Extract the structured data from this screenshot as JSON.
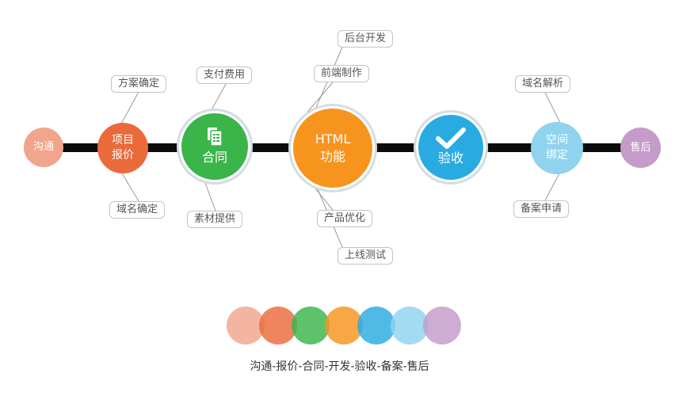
{
  "nodes": {
    "goutong": {
      "label": "沟通",
      "color": "#f0a58c"
    },
    "baojia": {
      "line1": "项目",
      "line2": "报价",
      "color": "#ea6a3c"
    },
    "hetong": {
      "label": "合同",
      "color": "#3bb54a",
      "icon": "document-icon"
    },
    "html": {
      "line1": "HTML",
      "line2": "功能",
      "color": "#f7941e"
    },
    "yanshou": {
      "label": "验收",
      "color": "#29abe2",
      "icon": "checkmark-icon"
    },
    "kongjian": {
      "line1": "空间",
      "line2": "绑定",
      "color": "#8fd3ef"
    },
    "shouhou": {
      "label": "售后",
      "color": "#c49bc9"
    }
  },
  "tags": {
    "fangan": "方案确定",
    "yuming_queding": "域名确定",
    "zhifu": "支付费用",
    "sucai": "素材提供",
    "houtai": "后台开发",
    "qianduan": "前端制作",
    "chanpin": "产品优化",
    "shangxian": "上线测试",
    "yuming_jiexi": "域名解析",
    "beian": "备案申请"
  },
  "legend": {
    "colors": [
      "#f0a58c",
      "#ea6a3c",
      "#3bb54a",
      "#f7941e",
      "#29abe2",
      "#8fd3ef",
      "#c49bc9"
    ],
    "caption": "沟通-报价-合同-开发-验收-备案-售后"
  }
}
